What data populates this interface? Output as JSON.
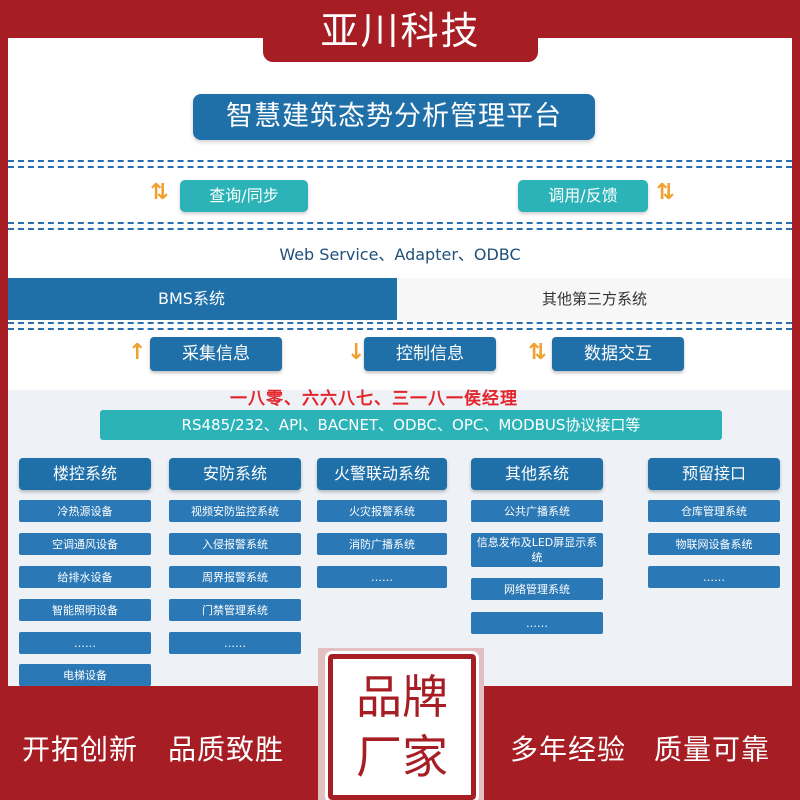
{
  "brand": "亚川科技",
  "title": "智慧建筑态势分析管理平台",
  "top_links": [
    "查询/同步",
    "调用/反馈"
  ],
  "protocols": "Web Service、Adapter、ODBC",
  "bms": "BMS系统",
  "third_party": "其他第三方系统",
  "mid_links": [
    "采集信息",
    "控制信息",
    "数据交互"
  ],
  "watermark": "一八零、六六八七、三一八一侯经理",
  "rs_bus": "RS485/232、API、BACNET、ODBC、OPC、MODBUS协议接口等",
  "columns": [
    {
      "head": "楼控系统",
      "items": [
        "冷热源设备",
        "空调通风设备",
        "给排水设备",
        "智能照明设备",
        "……",
        "电梯设备"
      ]
    },
    {
      "head": "安防系统",
      "items": [
        "视频安防监控系统",
        "入侵报警系统",
        "周界报警系统",
        "门禁管理系统",
        "……"
      ]
    },
    {
      "head": "火警联动系统",
      "items": [
        "火灾报警系统",
        "消防广播系统",
        "……"
      ]
    },
    {
      "head": "其他系统",
      "items": [
        "公共广播系统",
        "信息发布及LED屏显示系统",
        "网络管理系统",
        "……"
      ]
    },
    {
      "head": "预留接口",
      "items": [
        "仓库管理系统",
        "物联网设备系统",
        "……"
      ]
    }
  ],
  "stamp": [
    "品牌",
    "厂家"
  ],
  "slogans": [
    "开拓创新",
    "品质致胜",
    "多年经验",
    "质量可靠"
  ],
  "colors": {
    "brand_red": "#a61d24",
    "primary_blue": "#1f6fa8",
    "teal": "#2bb3b8",
    "arrow_orange": "#f0a030"
  }
}
